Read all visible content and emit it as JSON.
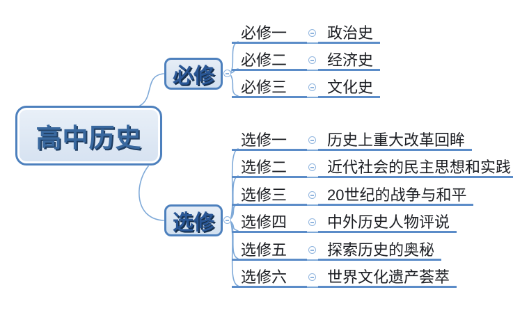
{
  "diagram": {
    "type": "mindmap",
    "root": {
      "label": "高中历史"
    },
    "branches": [
      {
        "label": "必修",
        "children": [
          {
            "label": "必修一",
            "sub": "政治史"
          },
          {
            "label": "必修二",
            "sub": "经济史"
          },
          {
            "label": "必修三",
            "sub": "文化史"
          }
        ]
      },
      {
        "label": "选修",
        "children": [
          {
            "label": "选修一",
            "sub": "历史上重大改革回眸"
          },
          {
            "label": "选修二",
            "sub": "近代社会的民主思想和实践"
          },
          {
            "label": "选修三",
            "sub": "20世纪的战争与和平"
          },
          {
            "label": "选修四",
            "sub": "中外历史人物评说"
          },
          {
            "label": "选修五",
            "sub": "探索历史的奥秘"
          },
          {
            "label": "选修六",
            "sub": "世界文化遗产荟萃"
          }
        ]
      }
    ],
    "icons": {
      "collapse": "minus-circle"
    },
    "colors": {
      "node_border": "#4d80bd",
      "node_fill_light": "#e6edf6",
      "node_fill_dark": "#d2e0ef",
      "root_text": "#39689e",
      "root_text_shadow": "#1e3c60",
      "branch_node_text": "#2a5796",
      "topic_underline": "#5b8cc8",
      "connector": "#7ea9d8",
      "collapse_icon": "#8fb4de",
      "label_text": "#1b1d22",
      "background": "#ffffff"
    }
  }
}
